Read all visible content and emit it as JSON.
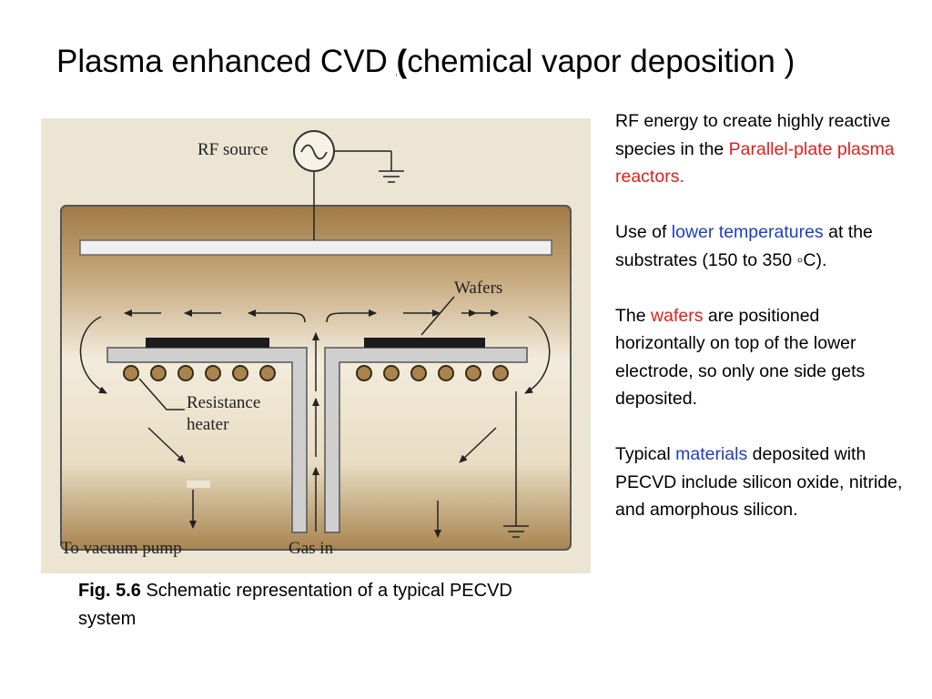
{
  "slide": {
    "title_part1": "Plasma enhanced CVD ",
    "title_paren": "(",
    "title_part2": "chemical vapor deposition )"
  },
  "figure": {
    "labels": {
      "rf_source": "RF source",
      "wafers": "Wafers",
      "resistance": "Resistance",
      "heater": "heater",
      "vacuum_pump": "To vacuum pump",
      "gas_in": "Gas in"
    },
    "caption_bold": "Fig. 5.6",
    "caption_text": " Schematic representation of a typical PECVD system",
    "colors": {
      "chamber": "#a7844f",
      "chamber_light": "#f1e8d3",
      "background": "#ece5d3",
      "heater_balls": "#a8844f"
    }
  },
  "bullets": {
    "p1_text": "RF energy to create highly reactive species in the ",
    "p1_red": "Parallel-plate plasma reactors.",
    "p2_pre": "Use of ",
    "p2_blue": "lower temperatures",
    "p2_post": " at the substrates (150 to 350 ◦C).",
    "p3_pre": "The ",
    "p3_red": "wafers",
    "p3_post": " are positioned horizontally on top of the lower electrode, so only one side gets deposited.",
    "p4_pre": "Typical ",
    "p4_blue": "materials",
    "p4_post": " deposited with PECVD include silicon oxide, nitride, and amorphous silicon."
  }
}
